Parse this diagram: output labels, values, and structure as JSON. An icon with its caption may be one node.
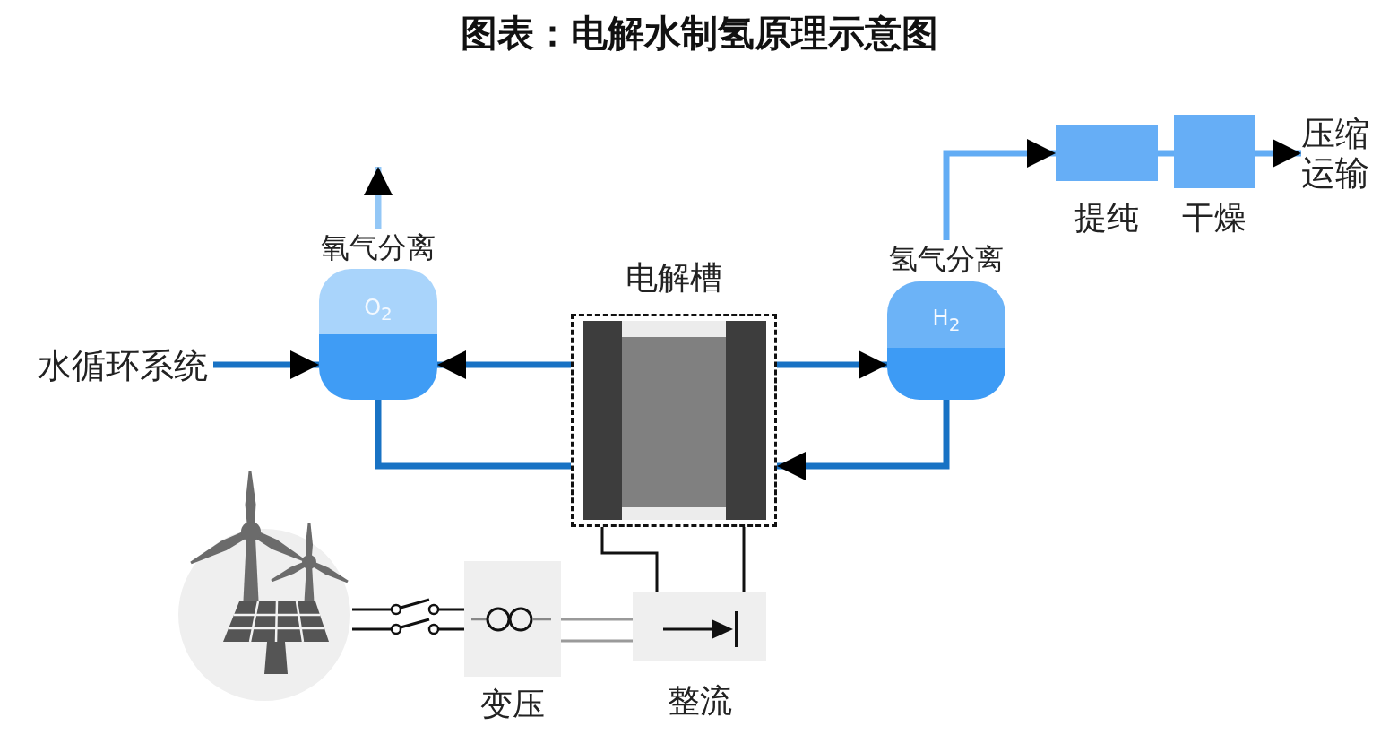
{
  "diagram": {
    "title": "图表：电解水制氢原理示意图",
    "nodes": [
      {
        "text": [
          "水循环系统"
        ]
      },
      {
        "text": [
          "氧气分离",
          "O$_{2}$"
        ]
      },
      {
        "text": [
          "电解槽"
        ]
      },
      {
        "text": [
          "氢气分离",
          "H$_{2}$"
        ]
      },
      {
        "text": [
          "提纯"
        ]
      },
      {
        "text": [
          "干燥"
        ]
      },
      {
        "text": [
          "压缩运输"
        ]
      },
      {
        "text": [],
        "shape": "picture"
      },
      {
        "text": [],
        "shape": "switch"
      },
      {
        "text": [
          "变压"
        ]
      },
      {
        "text": [
          "整流"
        ]
      }
    ],
    "edges": [
      {
        "from": 0,
        "to": 1,
        "arrow": "to"
      },
      {
        "from": 2,
        "to": 1,
        "arrow": "to"
      },
      {
        "from": 1,
        "to": null,
        "arrow": "to",
        "color": "#93c7f6"
      },
      {
        "from": 1,
        "to": 2,
        "arrow": "none"
      },
      {
        "from": 2,
        "to": 3,
        "arrow": "to"
      },
      {
        "from": 3,
        "to": 2,
        "arrow": "to"
      },
      {
        "from": 3,
        "to": 4,
        "arrow": "to",
        "color": "#62acf4"
      },
      {
        "from": 4,
        "to": 5,
        "arrow": "none",
        "color": "#62acf4"
      },
      {
        "from": 5,
        "to": 6,
        "arrow": "to",
        "color": "#62acf4"
      },
      {
        "from": 7,
        "to": 8,
        "arrow": "none",
        "color": "#111111"
      },
      {
        "from": 8,
        "to": 9,
        "arrow": "none",
        "color": "#111111"
      },
      {
        "from": 9,
        "to": 10,
        "arrow": "none",
        "color": "#9a9a9a"
      },
      {
        "from": 10,
        "to": 2,
        "arrow": "none",
        "color": "#111111"
      },
      {
        "from": 10,
        "to": 2,
        "arrow": "none",
        "color": "#111111"
      }
    ]
  }
}
